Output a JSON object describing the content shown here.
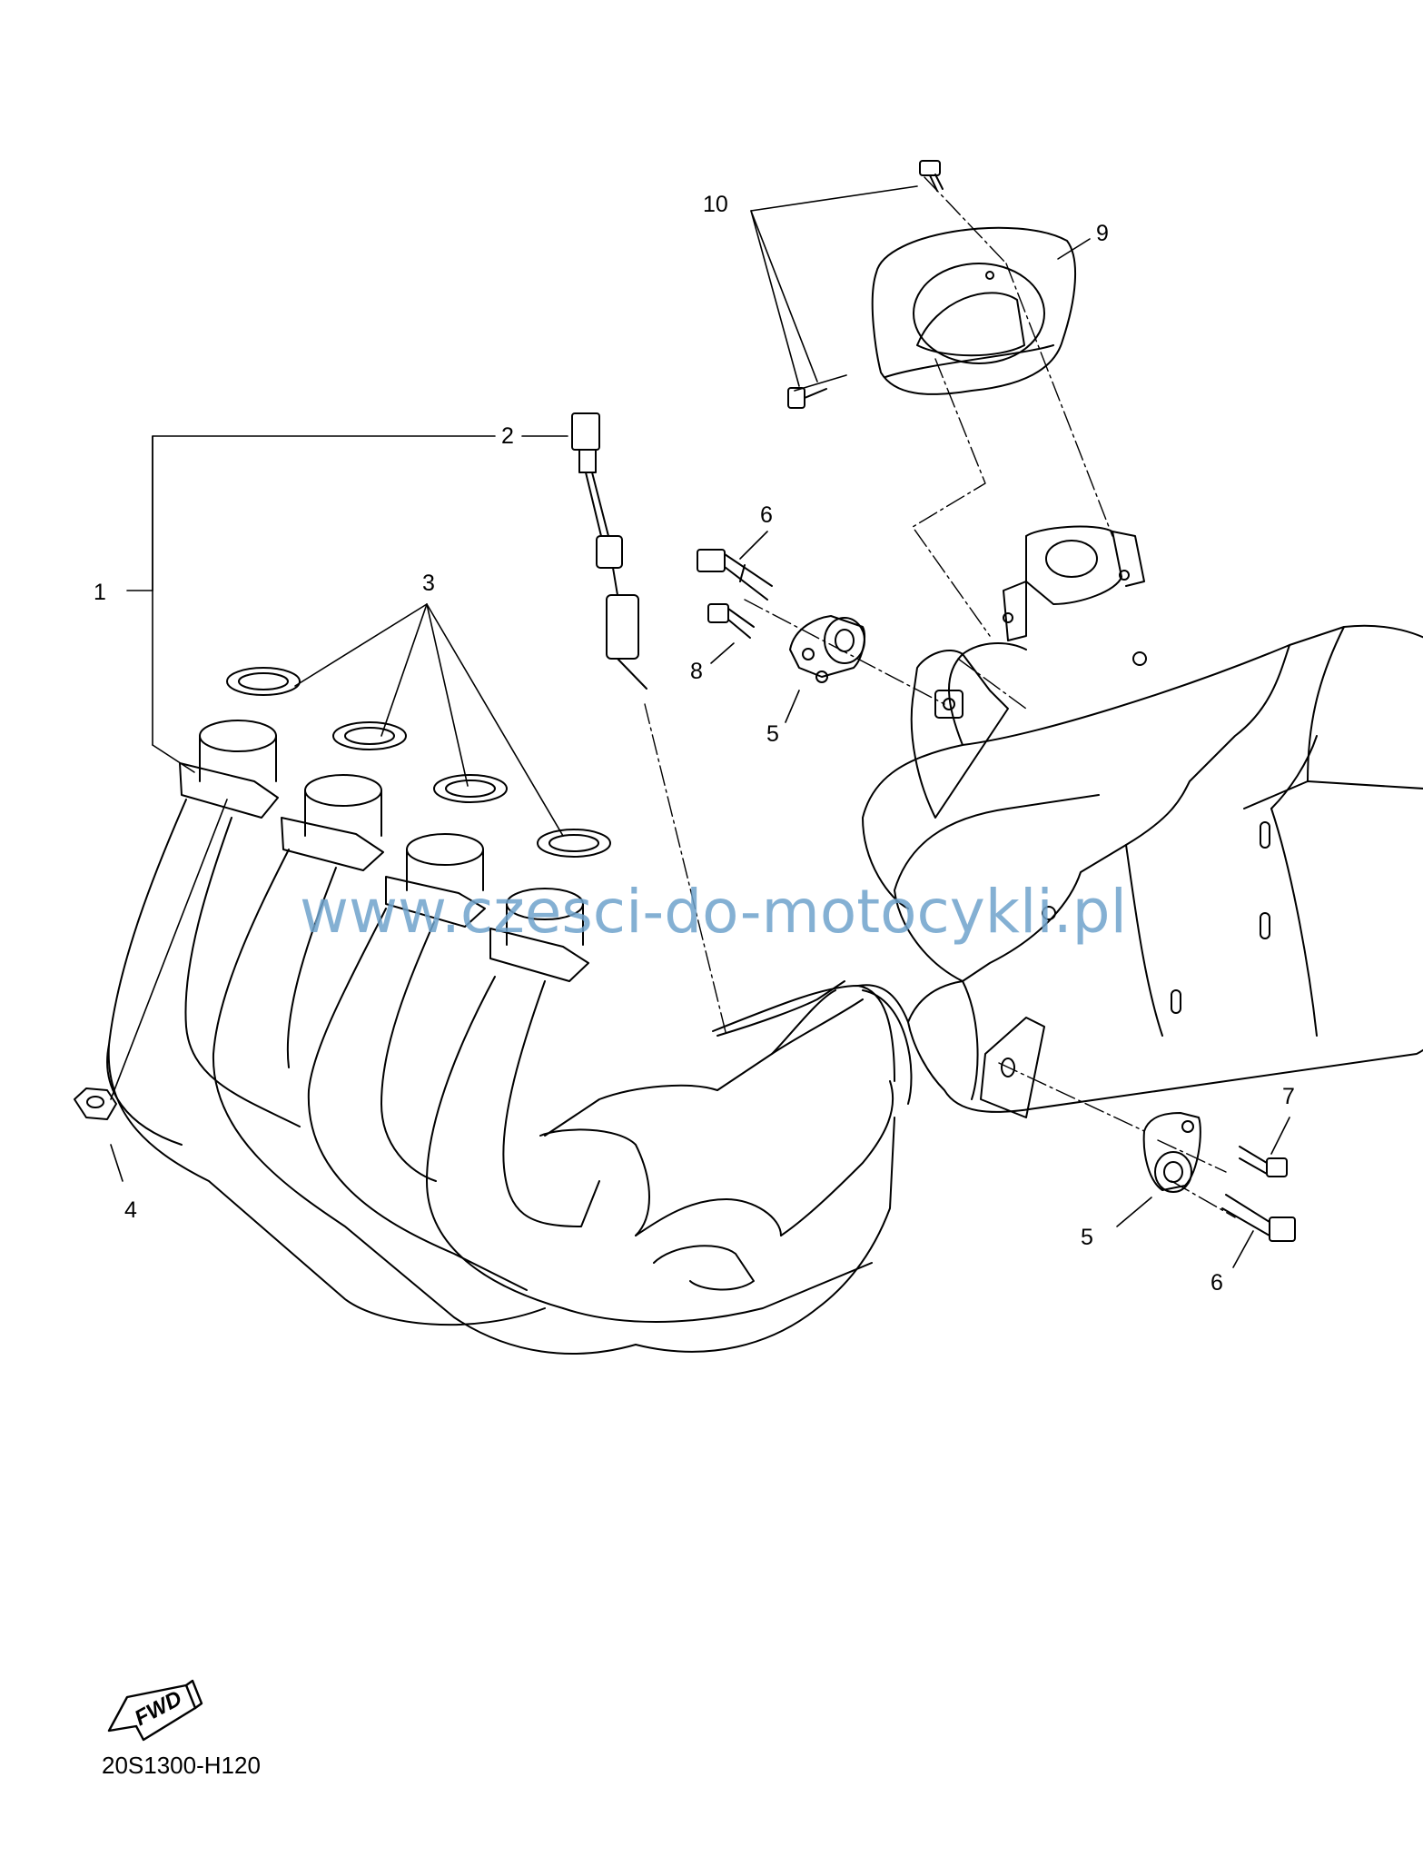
{
  "diagram": {
    "callouts": [
      {
        "id": "p1",
        "label": "1"
      },
      {
        "id": "p2",
        "label": "2"
      },
      {
        "id": "p3",
        "label": "3"
      },
      {
        "id": "p4",
        "label": "4"
      },
      {
        "id": "p5a",
        "label": "5"
      },
      {
        "id": "p5b",
        "label": "5"
      },
      {
        "id": "p6a",
        "label": "6"
      },
      {
        "id": "p6b",
        "label": "6"
      },
      {
        "id": "p7",
        "label": "7"
      },
      {
        "id": "p8",
        "label": "8"
      },
      {
        "id": "p9",
        "label": "9"
      },
      {
        "id": "p10",
        "label": "10"
      }
    ],
    "watermark": "www.czesci-do-motocykli.pl",
    "fwd_label": "FWD",
    "code": "20S1300-H120",
    "colors": {
      "line": "#000000",
      "watermark": "#6fa3cc",
      "background": "#ffffff"
    }
  }
}
